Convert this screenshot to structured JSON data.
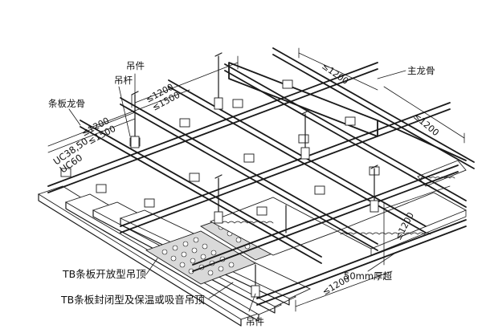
{
  "labels": {
    "hanger_top": "吊件",
    "hanger_rod": "吊杆",
    "strip_keel": "条板龙骨",
    "main_keel": "主龙骨",
    "uc3850": "UC38,50",
    "uc60": "UC60",
    "open_ceiling": "TB条板开放型吊顶",
    "closed_ceiling": "TB条板封闭型及保温或吸音吊顶",
    "insulation": "50mm厚超",
    "hanger_bottom": "吊件"
  },
  "dimensions": {
    "d1": "≤1200",
    "d2": "≤1500",
    "d3": "≤1200",
    "d4": "≤1500",
    "d5": "≤1200",
    "d6": "≤1200",
    "d7": "≤1200",
    "d8": "≤1200"
  },
  "colors": {
    "ink": "#1a1a1a",
    "paper": "#ffffff",
    "shade": "#d9d9d9"
  }
}
